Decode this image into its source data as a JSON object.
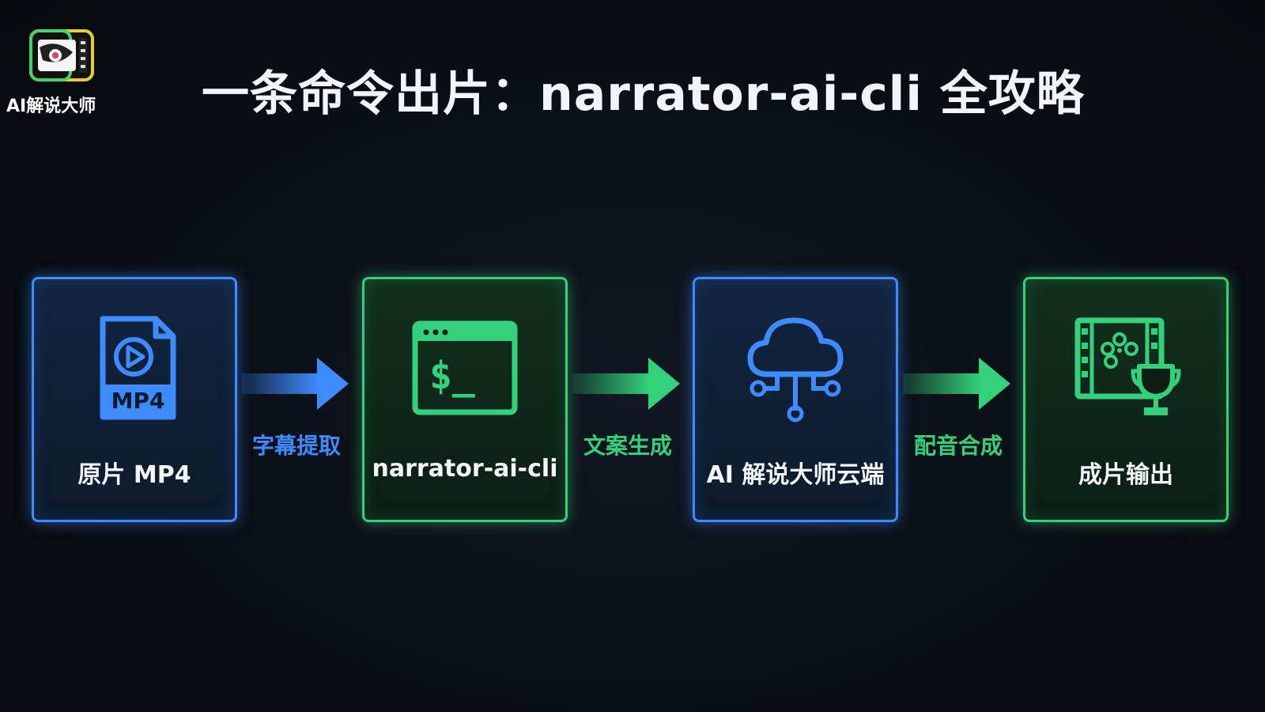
{
  "brand": {
    "logo_text": "AI解说大师",
    "colors": {
      "blue": "#3d8bff",
      "green": "#34d17c",
      "logo_yellow": "#e6d21f"
    }
  },
  "title": "一条命令出片：narrator-ai-cli 全攻略",
  "stages": [
    {
      "label": "原片 MP4",
      "icon": "mp4-file-icon",
      "color": "blue",
      "icon_text": "MP4"
    },
    {
      "label": "narrator-ai-cli",
      "icon": "terminal-window-icon",
      "color": "green",
      "icon_text": "$_"
    },
    {
      "label": "AI 解说大师云端",
      "icon": "cloud-network-icon",
      "color": "blue"
    },
    {
      "label": "成片输出",
      "icon": "film-trophy-icon",
      "color": "green"
    }
  ],
  "connectors": [
    {
      "label": "字幕提取",
      "color": "blue"
    },
    {
      "label": "文案生成",
      "color": "green"
    },
    {
      "label": "配音合成",
      "color": "green"
    }
  ]
}
